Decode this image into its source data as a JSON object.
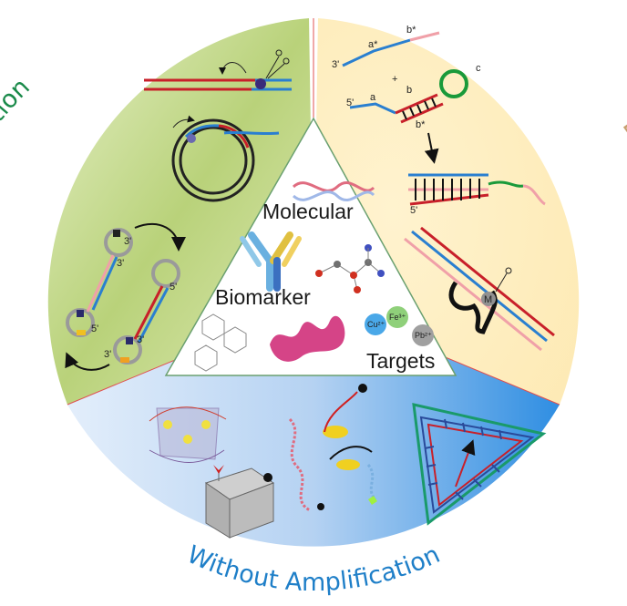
{
  "sections": {
    "enzyme_dependent": {
      "title": "Enzyme Dependent Amplification",
      "color": "#1a8a4a"
    },
    "enzyme_free": {
      "title": "Enzyme-Free Amlification",
      "color": "#c8a070"
    },
    "without_amp": {
      "title": "Without Amplification",
      "color": "#1f7fc8"
    }
  },
  "center": {
    "molecular": "Molecular",
    "biomarker": "Biomarker",
    "targets": "Targets",
    "ions": [
      "Cu²⁺",
      "Fe³⁺",
      "Pb²⁺"
    ]
  },
  "labels": {
    "three_prime": "3'",
    "five_prime": "5'",
    "a_star": "a*",
    "b_star": "b*",
    "a": "a",
    "b": "b",
    "c": "c",
    "plus": "+",
    "m": "M"
  },
  "colors": {
    "strand_red": "#c8202a",
    "strand_blue": "#2a7fd0",
    "strand_pink": "#f0a0a8",
    "loop_green": "#1a9a3a"
  }
}
